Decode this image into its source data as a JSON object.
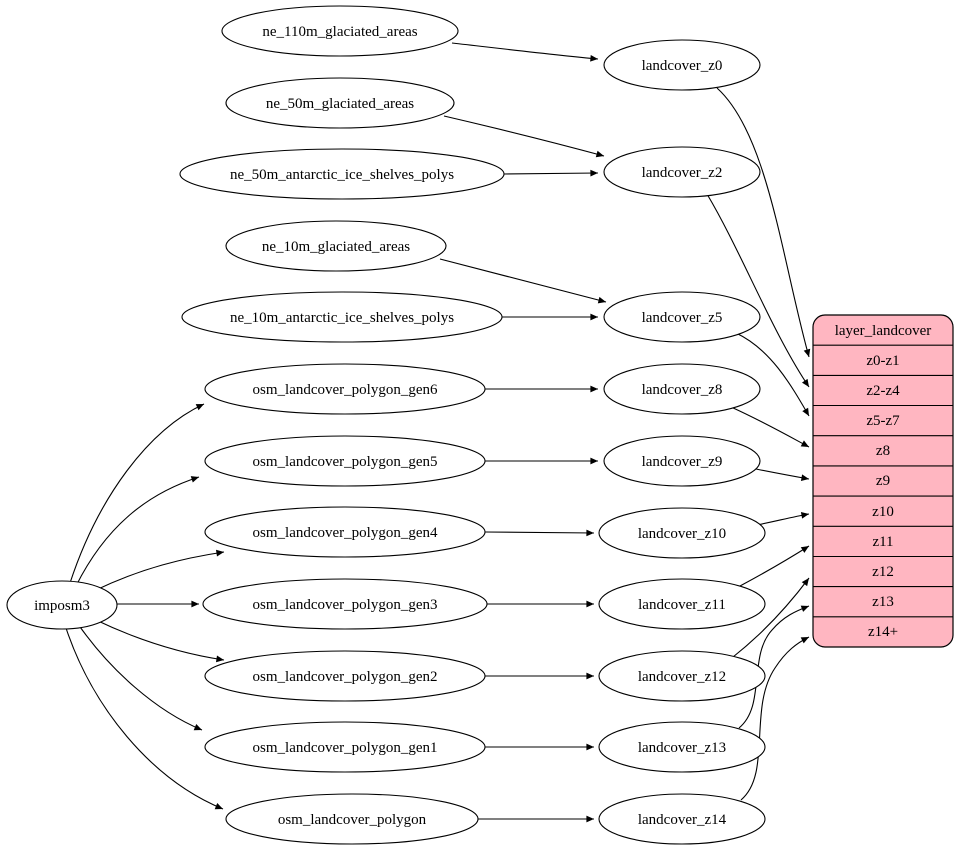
{
  "colors": {
    "background": "#ffffff",
    "node_fill": "#ffffff",
    "node_stroke": "#000000",
    "edge_color": "#000000",
    "table_fill": "#ffb6c1"
  },
  "nodes": {
    "imposm3": "imposm3",
    "ne_110m_glaciated_areas": "ne_110m_glaciated_areas",
    "ne_50m_glaciated_areas": "ne_50m_glaciated_areas",
    "ne_50m_antarctic_ice_shelves_polys": "ne_50m_antarctic_ice_shelves_polys",
    "ne_10m_glaciated_areas": "ne_10m_glaciated_areas",
    "ne_10m_antarctic_ice_shelves_polys": "ne_10m_antarctic_ice_shelves_polys",
    "osm_landcover_polygon_gen6": "osm_landcover_polygon_gen6",
    "osm_landcover_polygon_gen5": "osm_landcover_polygon_gen5",
    "osm_landcover_polygon_gen4": "osm_landcover_polygon_gen4",
    "osm_landcover_polygon_gen3": "osm_landcover_polygon_gen3",
    "osm_landcover_polygon_gen2": "osm_landcover_polygon_gen2",
    "osm_landcover_polygon_gen1": "osm_landcover_polygon_gen1",
    "osm_landcover_polygon": "osm_landcover_polygon",
    "landcover_z0": "landcover_z0",
    "landcover_z2": "landcover_z2",
    "landcover_z5": "landcover_z5",
    "landcover_z8": "landcover_z8",
    "landcover_z9": "landcover_z9",
    "landcover_z10": "landcover_z10",
    "landcover_z11": "landcover_z11",
    "landcover_z12": "landcover_z12",
    "landcover_z13": "landcover_z13",
    "landcover_z14": "landcover_z14"
  },
  "table": {
    "title": "layer_landcover",
    "rows": [
      "z0-z1",
      "z2-z4",
      "z5-z7",
      "z8",
      "z9",
      "z10",
      "z11",
      "z12",
      "z13",
      "z14+"
    ]
  },
  "edges": [
    {
      "from": "ne_110m_glaciated_areas",
      "to": "landcover_z0"
    },
    {
      "from": "ne_50m_glaciated_areas",
      "to": "landcover_z2"
    },
    {
      "from": "ne_50m_antarctic_ice_shelves_polys",
      "to": "landcover_z2"
    },
    {
      "from": "ne_10m_glaciated_areas",
      "to": "landcover_z5"
    },
    {
      "from": "ne_10m_antarctic_ice_shelves_polys",
      "to": "landcover_z5"
    },
    {
      "from": "imposm3",
      "to": "osm_landcover_polygon_gen6"
    },
    {
      "from": "imposm3",
      "to": "osm_landcover_polygon_gen5"
    },
    {
      "from": "imposm3",
      "to": "osm_landcover_polygon_gen4"
    },
    {
      "from": "imposm3",
      "to": "osm_landcover_polygon_gen3"
    },
    {
      "from": "imposm3",
      "to": "osm_landcover_polygon_gen2"
    },
    {
      "from": "imposm3",
      "to": "osm_landcover_polygon_gen1"
    },
    {
      "from": "imposm3",
      "to": "osm_landcover_polygon"
    },
    {
      "from": "osm_landcover_polygon_gen6",
      "to": "landcover_z8"
    },
    {
      "from": "osm_landcover_polygon_gen5",
      "to": "landcover_z9"
    },
    {
      "from": "osm_landcover_polygon_gen4",
      "to": "landcover_z10"
    },
    {
      "from": "osm_landcover_polygon_gen3",
      "to": "landcover_z11"
    },
    {
      "from": "osm_landcover_polygon_gen2",
      "to": "landcover_z12"
    },
    {
      "from": "osm_landcover_polygon_gen1",
      "to": "landcover_z13"
    },
    {
      "from": "osm_landcover_polygon",
      "to": "landcover_z14"
    },
    {
      "from": "landcover_z0",
      "to": "layer_landcover",
      "to_row": "z0-z1"
    },
    {
      "from": "landcover_z2",
      "to": "layer_landcover",
      "to_row": "z2-z4"
    },
    {
      "from": "landcover_z5",
      "to": "layer_landcover",
      "to_row": "z5-z7"
    },
    {
      "from": "landcover_z8",
      "to": "layer_landcover",
      "to_row": "z8"
    },
    {
      "from": "landcover_z9",
      "to": "layer_landcover",
      "to_row": "z9"
    },
    {
      "from": "landcover_z10",
      "to": "layer_landcover",
      "to_row": "z10"
    },
    {
      "from": "landcover_z11",
      "to": "layer_landcover",
      "to_row": "z11"
    },
    {
      "from": "landcover_z12",
      "to": "layer_landcover",
      "to_row": "z12"
    },
    {
      "from": "landcover_z13",
      "to": "layer_landcover",
      "to_row": "z13"
    },
    {
      "from": "landcover_z14",
      "to": "layer_landcover",
      "to_row": "z14+"
    }
  ]
}
